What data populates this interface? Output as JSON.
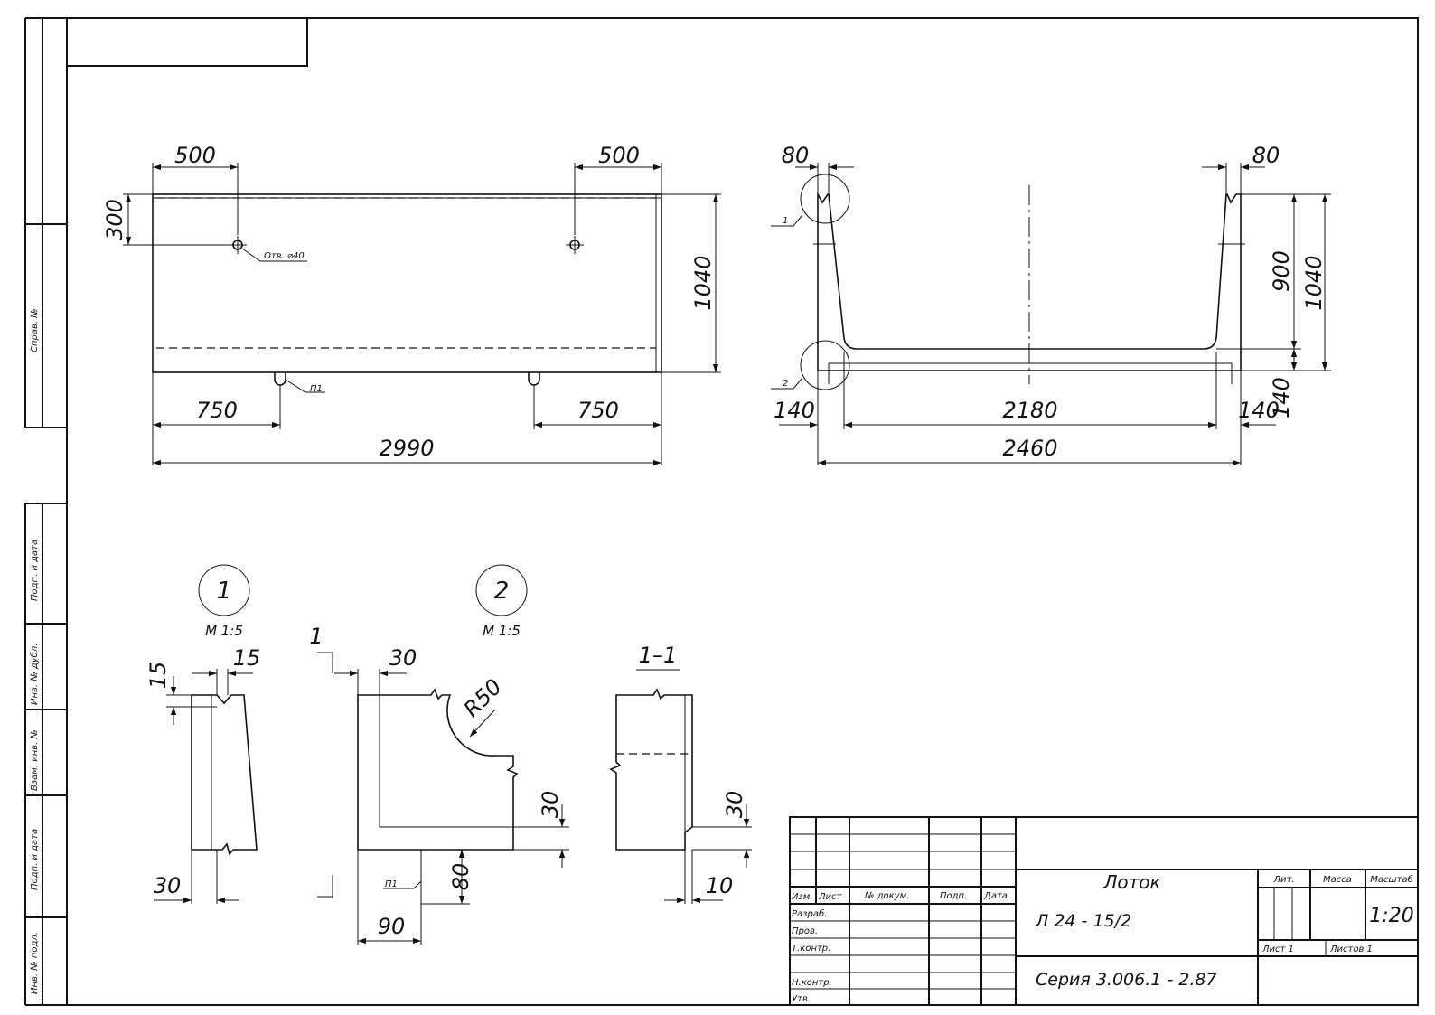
{
  "front_view": {
    "dims": {
      "left_hole": "500",
      "right_hole": "500",
      "depth": "300",
      "height": "1040",
      "left_lug": "750",
      "right_lug": "750",
      "length": "2990"
    },
    "hole_note": "Отв. ⌀40",
    "lug_note": "П1"
  },
  "section_view": {
    "dims": {
      "left_top": "80",
      "right_top": "80",
      "inner_height": "900",
      "height": "1040",
      "bottom": "140",
      "left_wall": "140",
      "inner_width": "2180",
      "right_wall": "140",
      "width": "2460"
    },
    "callout_1": "1",
    "callout_2": "2"
  },
  "detail_1": {
    "number": "1",
    "scale": "М 1:5",
    "dims": {
      "top": "15",
      "slope": "15",
      "width": "30"
    }
  },
  "detail_2": {
    "number": "2",
    "scale": "М 1:5",
    "cut_mark": "1",
    "dims": {
      "top": "30",
      "radius": "R50",
      "side": "30",
      "lug": "80",
      "width": "90"
    },
    "lug_note": "П1"
  },
  "section_1_1": {
    "label": "1–1",
    "dims": {
      "side": "30",
      "bottom": "10"
    }
  },
  "side_stamps": [
    "Справ. №",
    "Подп. и дата",
    "Инв. № дубл.",
    "Взам. инв. №",
    "Подп. и дата",
    "Инв. № подл."
  ],
  "title_block": {
    "name": "Лоток",
    "code": "Л 24 - 15/2",
    "series": "Серия 3.006.1 - 2.87",
    "col_headers": [
      "Изм.",
      "Лист",
      "№ докум.",
      "Подп.",
      "Дата"
    ],
    "roles": [
      "Разраб.",
      "Пров.",
      "Т.контр.",
      "Н.контр.",
      "Утв."
    ],
    "lit": "Лит.",
    "mass": "Масса",
    "scale_header": "Масштаб",
    "scale": "1:20",
    "sheet": "Лист 1",
    "sheets": "Листов 1"
  }
}
